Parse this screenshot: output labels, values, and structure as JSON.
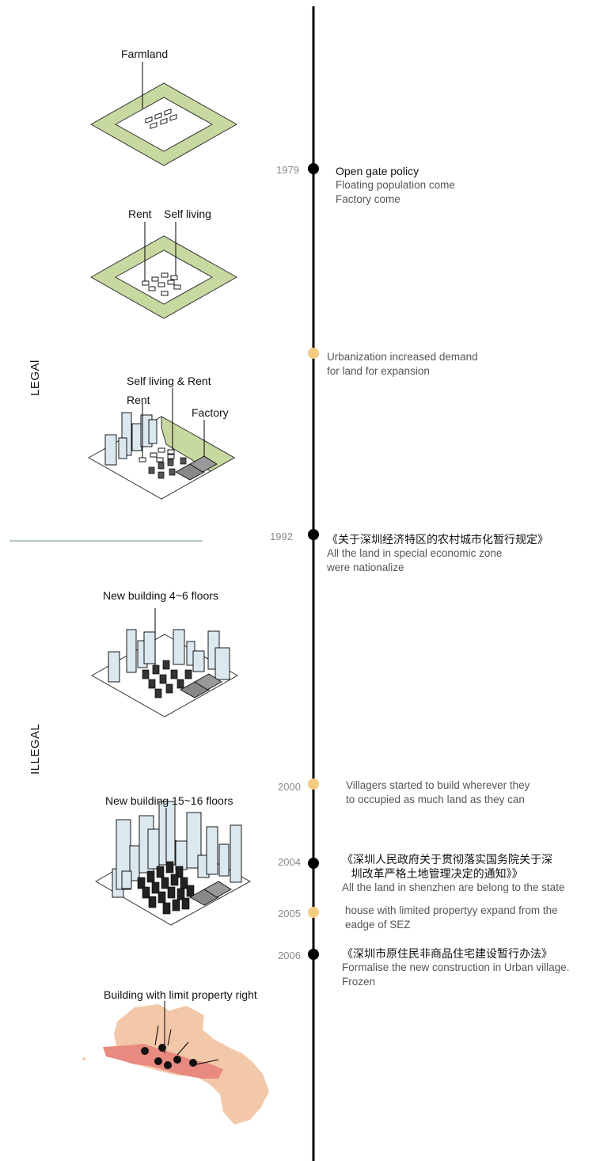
{
  "sections": {
    "legal": "LEGAl",
    "illegal": "ILLEGAL"
  },
  "labels": {
    "farmland": "Farmland",
    "rent": "Rent",
    "self_living": "Self living",
    "self_living_rent": "Self living & Rent",
    "rent2": "Rent",
    "factory": "Factory",
    "new_4_6": "New building 4~6 floors",
    "new_15_16": "New building 15~16 floors",
    "limit_property": "Building with limit property right"
  },
  "events": [
    {
      "year": "1979",
      "dot": "black",
      "lines": [
        "Open gate policy",
        "Floating population come",
        "Factory come"
      ]
    },
    {
      "year": "",
      "dot": "yellow",
      "lines": [
        "Urbanization increased demand",
        "for land for expansion"
      ]
    },
    {
      "year": "1992",
      "dot": "black",
      "lines": [
        "《关于深圳经济特区的农村城市化暂行规定》",
        "All the land in special economic zone",
        "were nationalize"
      ]
    },
    {
      "year": "2000",
      "dot": "yellow",
      "lines": [
        "Villagers started to build wherever they",
        "to occupied as much land as they can"
      ]
    },
    {
      "year": "2004",
      "dot": "black",
      "lines": [
        "《深圳人民政府关于贯彻落实国务院关于深",
        "   圳改革严格土地管理决定的通知》》",
        "All the land in shenzhen are belong to the state"
      ]
    },
    {
      "year": "2005",
      "dot": "yellow",
      "lines": [
        "house with limited propertyy expand from the",
        "eadge of SEZ"
      ]
    },
    {
      "year": "2006",
      "dot": "black",
      "lines": [
        "《深圳市原住民非商品住宅建设暂行办法》",
        "Formalise the new construction in Urban village.",
        "Frozen"
      ]
    }
  ],
  "colors": {
    "farmland": "#c7d9a0",
    "tower": "#dce8f0",
    "dot_black": "#000000",
    "dot_yellow": "#f3cc80",
    "divider": "#6f8f8f",
    "map_light": "#f3c8a8",
    "map_dark": "#e88a80"
  }
}
